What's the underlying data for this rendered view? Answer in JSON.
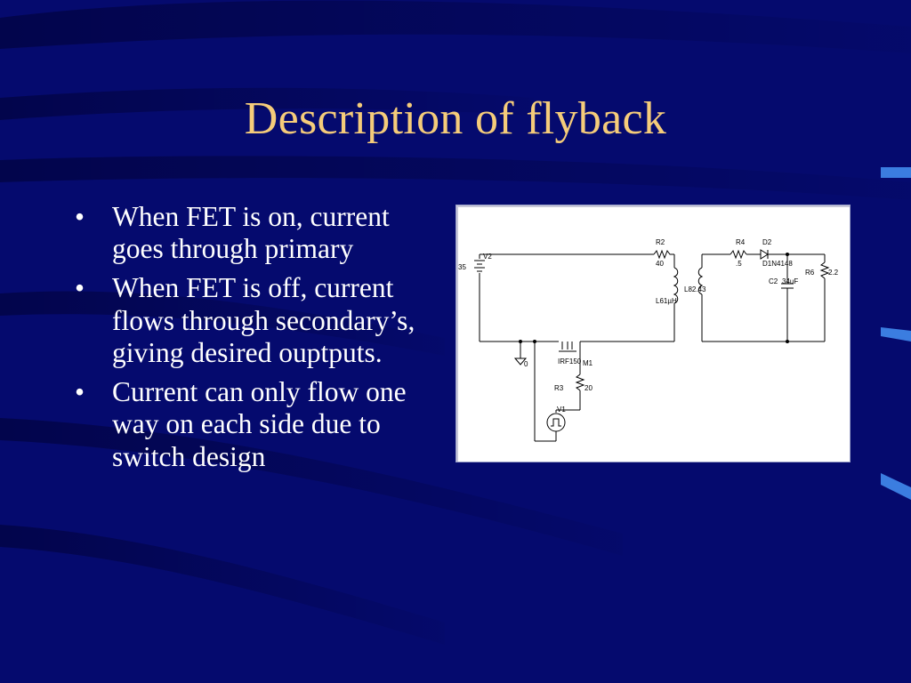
{
  "slide": {
    "title": "Description of flyback",
    "bullets": [
      "When FET is on, current goes  through primary",
      "When FET is off, current flows through secondary’s, giving desired ouptputs.",
      "Current can only flow one way on each side due to switch design"
    ],
    "bullet_symbol": "•"
  },
  "schematic": {
    "labels": {
      "v2_value": "35",
      "v2": "V2",
      "r2": "R2",
      "r2_value": "40",
      "l_primary": "L61µH",
      "r4": "R4",
      "r4_value": ".5",
      "d2": "D2",
      "d2_part": "D1N4148",
      "c2": "C2",
      "c2_value": "34uF",
      "r6": "R6",
      "r6_value": "2.2",
      "l_secondary": "L82.43",
      "m1_part": "IRF150",
      "m1": "M1",
      "r3": "R3",
      "r3_value": "20",
      "v1": "V1",
      "ground": "0"
    }
  },
  "colors": {
    "background": "#050a6e",
    "title": "#f5cc7a",
    "text": "#ffffff",
    "accent_tab": "#3b7de0"
  }
}
